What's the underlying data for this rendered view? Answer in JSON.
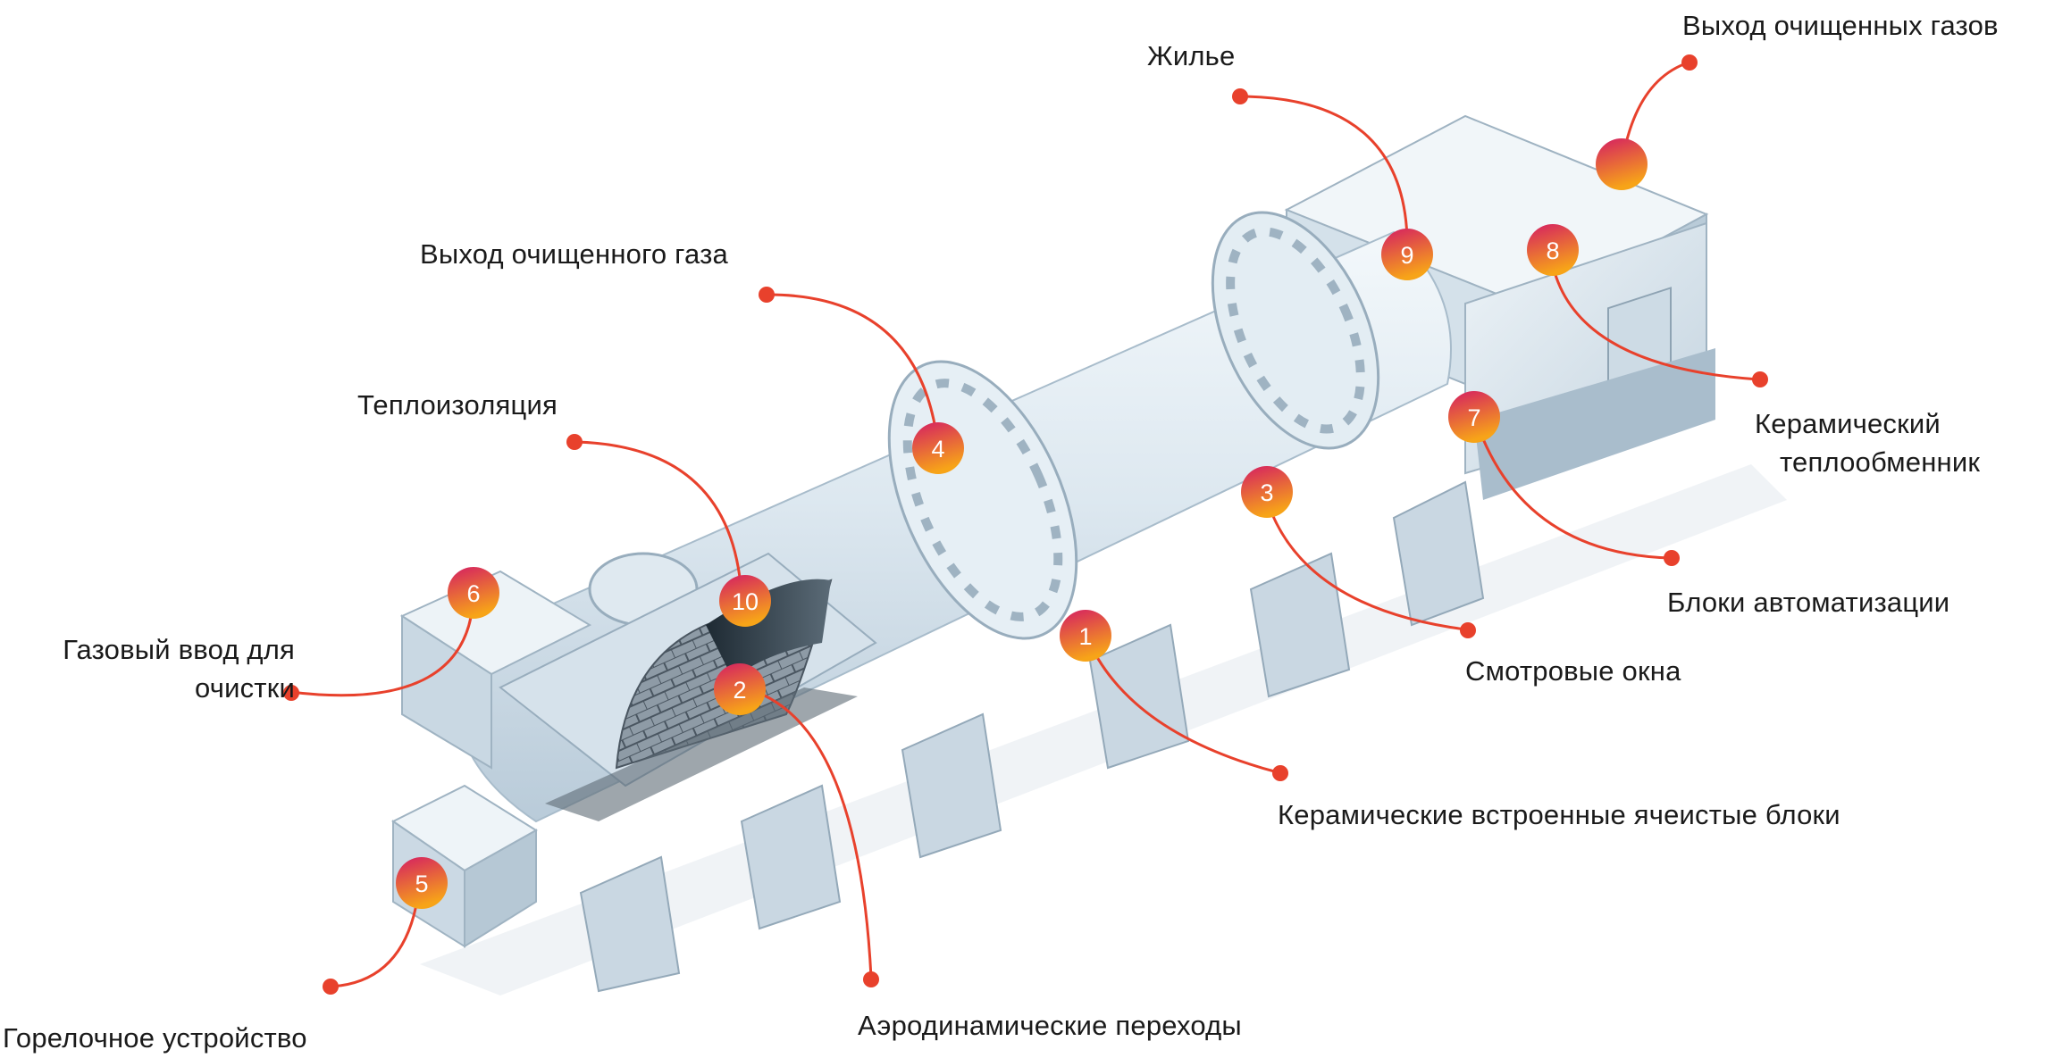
{
  "colors": {
    "accent": "#e8412c",
    "marker_top": "#d91f5a",
    "marker_bottom": "#f5a31a",
    "steel": "#dfeaf2",
    "steel_shadow": "#b8cad8",
    "text": "#1a1a1a"
  },
  "markers": [
    {
      "id": "1",
      "label": "Керамические встроенные ячеистые блоки"
    },
    {
      "id": "2",
      "label": "Аэродинамические переходы"
    },
    {
      "id": "3",
      "label": "Смотровые окна"
    },
    {
      "id": "4",
      "label": "Выход очищенного газа"
    },
    {
      "id": "5",
      "label": "Горелочное устройство"
    },
    {
      "id": "6",
      "label": "Газовый ввод для очистки"
    },
    {
      "id": "7",
      "label": "Блоки автоматизации"
    },
    {
      "id": "8",
      "label": "Керамический теплообменник"
    },
    {
      "id": "9",
      "label": "Жилье"
    },
    {
      "id": "10",
      "label": "Теплоизоляция"
    },
    {
      "id": "",
      "label": "Выход очищенных газов"
    }
  ],
  "labels": {
    "outlet_gases": "Выход очищенных газов",
    "housing": "Жилье",
    "outlet_gas": "Выход очищенного газа",
    "insulation": "Теплоизоляция",
    "gas_inlet_1": "Газовый ввод для",
    "gas_inlet_2": "очистки",
    "heat_exchanger_1": "Керамический",
    "heat_exchanger_2": "теплообменник",
    "automation": "Блоки автоматизации",
    "windows": "Смотровые окна",
    "ceramic_blocks": "Керамические встроенные ячеистые блоки",
    "aero": "Аэродинамические переходы",
    "burner": "Горелочное устройство"
  }
}
